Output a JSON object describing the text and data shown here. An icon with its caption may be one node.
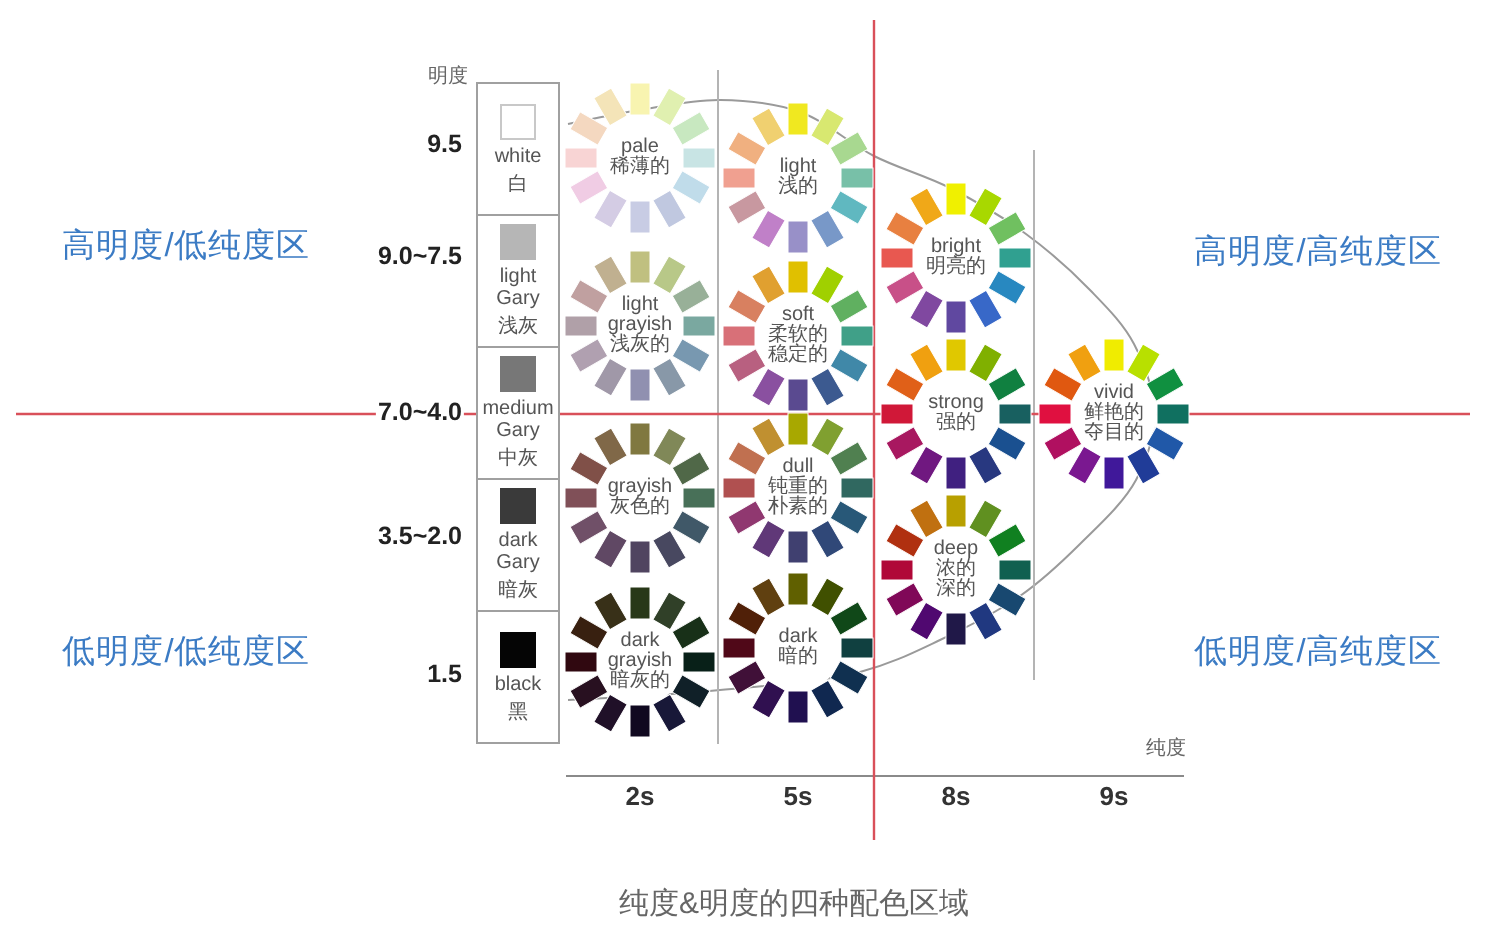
{
  "diagram": {
    "caption": "纯度&明度的四种配色区域",
    "nodes": [
      {
        "text": [
          "white",
          "白"
        ]
      },
      {
        "text": [
          "light Gary",
          "浅灰"
        ]
      },
      {
        "text": [
          "medium Gary",
          "中灰"
        ]
      },
      {
        "text": [
          "dark Gary",
          "暗灰"
        ]
      },
      {
        "text": [
          "black",
          "黑"
        ]
      },
      {
        "text": [
          "pale",
          "稀薄的"
        ]
      },
      {
        "text": [
          "light",
          "浅的"
        ]
      },
      {
        "text": [
          "light grayish",
          "浅灰的"
        ]
      },
      {
        "text": [
          "soft",
          "柔软的",
          "稳定的"
        ]
      },
      {
        "text": [
          "bright",
          "明亮的"
        ]
      },
      {
        "text": [
          "strong",
          "强的"
        ]
      },
      {
        "text": [
          "vivid",
          "鲜艳的",
          "夺目的"
        ]
      },
      {
        "text": [
          "grayish",
          "灰色的"
        ]
      },
      {
        "text": [
          "dull",
          "钝重的",
          "朴素的"
        ]
      },
      {
        "text": [
          "deep",
          "浓的",
          "深的"
        ]
      },
      {
        "text": [
          "dark grayish",
          "暗灰的"
        ]
      },
      {
        "text": [
          "dark",
          "暗的"
        ]
      }
    ],
    "labels": [
      "明度",
      "9.5",
      "高明度/低纯度区",
      "9.0~7.5",
      "高明度/高纯度区",
      "7.0~4.0",
      "3.5~2.0",
      "低明度/低纯度区",
      "1.5",
      "低明度/高纯度区",
      "纯度",
      "2s",
      "5s",
      "8s",
      "9s"
    ]
  }
}
